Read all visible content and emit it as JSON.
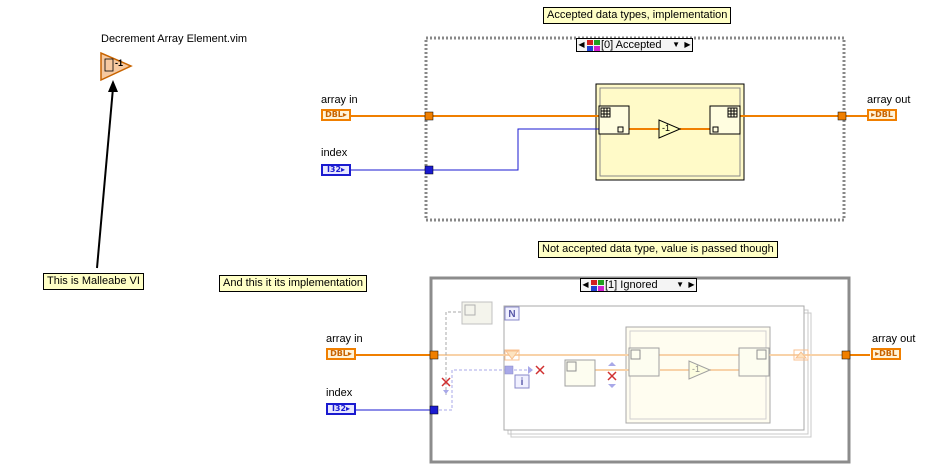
{
  "malleable_vi": {
    "title": "Decrement Array Element.vim",
    "icon_text": "-1"
  },
  "comments": {
    "malleable": "This is Malleabe VI",
    "implementation": "And this it its implementation",
    "accepted": "Accepted data types, implementation",
    "not_accepted": "Not accepted data type, value is passed though"
  },
  "top_structure": {
    "case_label": "[0] Accepted",
    "input_array_label": "array in",
    "input_index_label": "index",
    "output_label": "array out",
    "array_type": "DBL",
    "index_type": "I32",
    "decrement_text": "-1"
  },
  "bottom_structure": {
    "case_label": "[1] Ignored",
    "input_array_label": "array in",
    "input_index_label": "index",
    "output_label": "array out",
    "array_type": "DBL",
    "index_type": "I32",
    "loop_count": "N",
    "loop_iter": "i",
    "decrement_text": "-1"
  },
  "colors": {
    "orange_wire": "#f07f00",
    "faded_orange_wire": "#f8d2a8",
    "blue_wire": "#1a1ad0",
    "faded_blue_wire": "#a8a8e8",
    "ip_frame": "#fffac8"
  }
}
